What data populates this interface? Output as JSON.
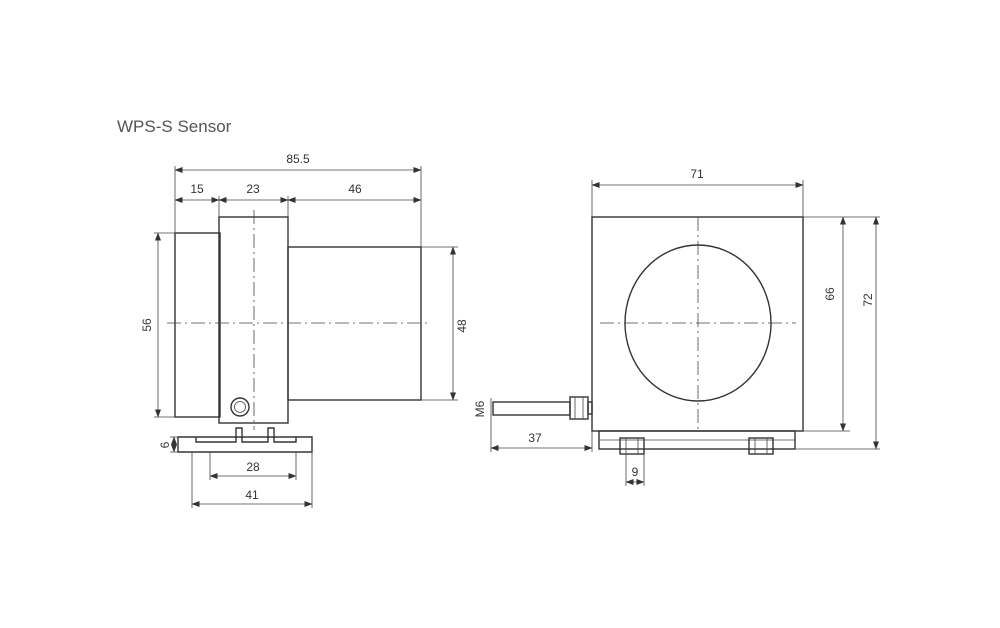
{
  "title": "WPS-S Sensor",
  "dimensions": {
    "total_length": "85.5",
    "segment_1": "15",
    "segment_2": "23",
    "segment_3": "46",
    "housing_height": "56",
    "body_diameter": "48",
    "rail_thickness": "6",
    "rail_inner": "28",
    "rail_outer": "41",
    "housing_width": "71",
    "flange_height": "66",
    "overall_height": "72",
    "thread": "M6",
    "connector_length": "37",
    "clamp_width": "9"
  }
}
